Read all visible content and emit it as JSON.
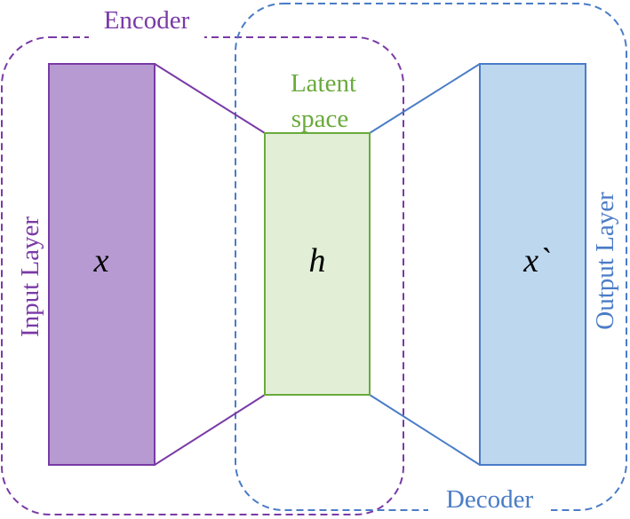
{
  "labels": {
    "encoder": "Encoder",
    "decoder": "Decoder",
    "input_layer": "Input Layer",
    "output_layer": "Output Layer",
    "latent_line1": "Latent",
    "latent_line2": "space",
    "input_symbol": "x",
    "latent_symbol": "h",
    "output_symbol": "x`"
  },
  "colors": {
    "encoder": "#7a3aa6",
    "decoder": "#4a7cc7",
    "latent": "#6aaa3c",
    "input_fill": "#b79ad2",
    "latent_fill": "#e2efd6",
    "output_fill": "#bdd7ee",
    "symbol": "#000000"
  }
}
